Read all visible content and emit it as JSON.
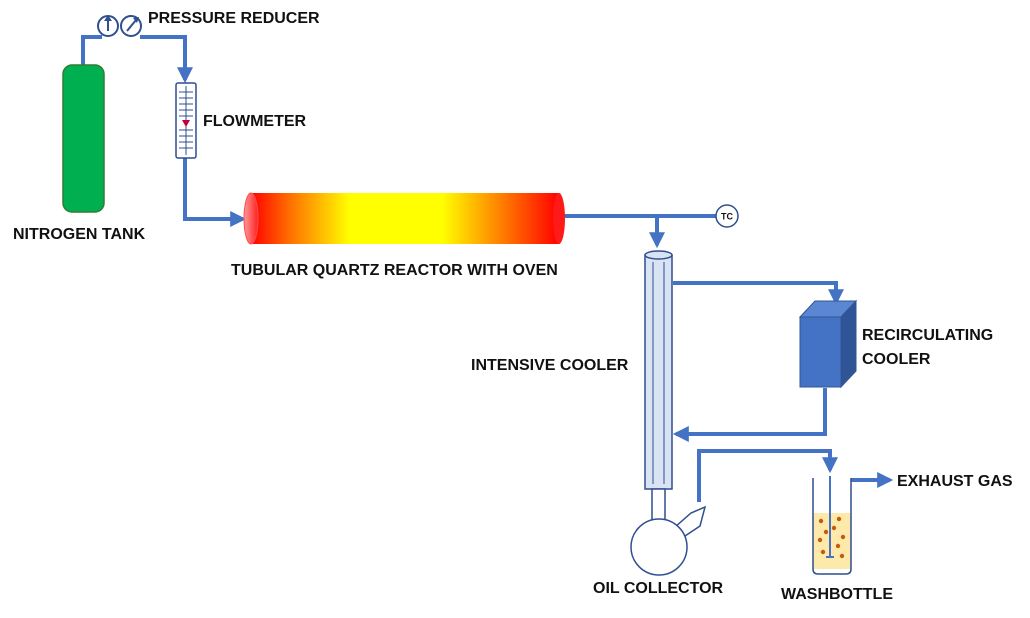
{
  "labels": {
    "pressure_reducer": "PRESSURE REDUCER",
    "flowmeter": "FLOWMETER",
    "nitrogen_tank": "NITROGEN TANK",
    "reactor": "TUBULAR QUARTZ REACTOR WITH OVEN",
    "thermocouple": "TC",
    "intensive_cooler": "INTENSIVE COOLER",
    "recirculating_cooler_line1": "RECIRCULATING",
    "recirculating_cooler_line2": "COOLER",
    "exhaust_gas": "EXHAUST GAS",
    "oil_collector": "OIL COLLECTOR",
    "washbottle": "WASHBOTTLE"
  },
  "colors": {
    "pipe": "#4472c4",
    "tank": "#00b050",
    "tank_outline": "#2e7d32",
    "cooler_front": "#4472c4",
    "cooler_side": "#2f5597",
    "cooler_top": "#5b86d1",
    "condenser_fill": "#dae3f3",
    "outline": "#2f4f8f",
    "liquid": "#fde9a9",
    "particles": "#c55a11",
    "reactor_red": "#ff0000",
    "reactor_yellow": "#ffff00",
    "indicator": "#c00040"
  }
}
